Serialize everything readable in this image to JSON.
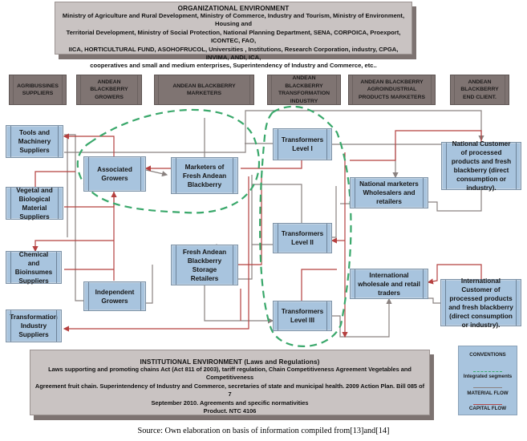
{
  "organizational_environment": {
    "title": "ORGANIZATIONAL ENVIRONMENT",
    "lines": [
      "Ministry of Agriculture and Rural Development, Ministry of Commerce, Industry and Tourism, Ministry of Environment, Housing and",
      "Territorial Development, Ministry of Social Protection, National Planning Department, SENA, CORPOICA, Proexport, ICONTEC, FAO,",
      "IICA, HORTICULTURAL FUND, ASOHOFRUCOL, Universities , Institutions, Research Corporation, industry, CPGA, INVIMA, ANDI, ICA,",
      "cooperatives and small and medium enterprises, Superintendency of Industry and Commerce, etc.."
    ]
  },
  "stages": [
    {
      "id": "agri-suppliers",
      "label": "AGRIBUSSINES SUPPLIERS"
    },
    {
      "id": "growers",
      "label": "ANDEAN BLACKBERRY GROWERS"
    },
    {
      "id": "marketers",
      "label": "ANDEAN BLACKBERRY MARKETERS"
    },
    {
      "id": "transformation",
      "label": "ANDEAN BLACKBERRY TRANSFORMATION INDUSTRY"
    },
    {
      "id": "agroindustrial",
      "label": "ANDEAN BLACKBERRY AGROINDUSTRIAL PRODUCTS MARKETERS"
    },
    {
      "id": "end-client",
      "label": "ANDEAN BLACKBERRY END CLIENT."
    }
  ],
  "nodes": {
    "tools": "Tools and Machinery Suppliers",
    "vegetal": "Vegetal and Biological Material Suppliers",
    "chemical": "Chemical and Bioinsumes Suppliers",
    "transf_suppliers": "Transformation Industry Suppliers",
    "associated": "Associated Growers",
    "independent": "Independent Growers",
    "marketers_fresh": "Marketers of Fresh Andean Blackberry",
    "storage": "Fresh Andean Blackberry Storage Retailers",
    "t1": "Transformers Level I",
    "t2": "Transformers Level II",
    "t3": "Transformers Level III",
    "national_marketers": "National marketers Wholesalers and retailers",
    "international_traders": "International wholesale and retail traders",
    "national_customer": "National Customer of processed products and fresh blackberry (direct consumption or industry).",
    "international_customer": "International Customer of processed products and fresh blackberry (direct consumption or industry)."
  },
  "institutional_environment": {
    "title": "INSTITUTIONAL ENVIRONMENT (Laws and Regulations)",
    "lines": [
      "Laws supporting and promoting chains Act (Act 811 of 2003), tariff regulation, Chain Competitiveness Agreement Vegetables and Competitiveness",
      "Agreement fruit chain. Superintendency of Industry and Commerce, secretaries of state and municipal health. 2009 Action Plan. Bill 085 of 7",
      "September 2010. Agreements and specific normativities",
      "Product. NTC 4106"
    ]
  },
  "legend": {
    "title": "CONVENTIONS",
    "items": [
      {
        "label": "Integrated segments",
        "color": "#3aa86b",
        "style": "dashed"
      },
      {
        "label": "MATERIAL FLOW",
        "color": "#8a8280",
        "style": "solid"
      },
      {
        "label": "CAPITAL FLOW",
        "color": "#b24a4a",
        "style": "solid"
      }
    ]
  },
  "colors": {
    "material_flow": "#8a8280",
    "capital_flow": "#b5403f",
    "integrated_segments": "#3aa86b",
    "node_fill": "#a8c4de",
    "stage_fill": "#7f7472",
    "environment_fill": "#c9c3c2"
  },
  "caption": "Source: Own elaboration on basis of information compiled from[13]and[14]"
}
